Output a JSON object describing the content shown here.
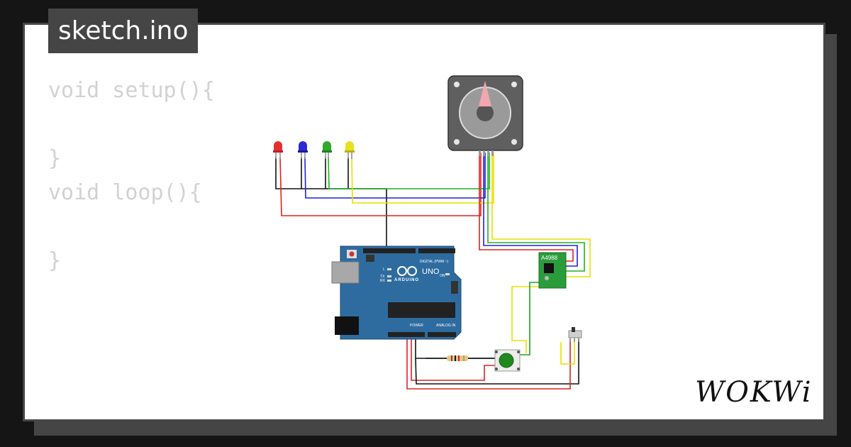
{
  "tab": {
    "filename": "sketch.ino"
  },
  "code": {
    "lines": [
      "void setup(){",
      "",
      "}",
      "void loop(){",
      "",
      "}"
    ]
  },
  "board": {
    "brand": "ARDUINO",
    "model": "UNO",
    "digital_label": "DIGITAL (PWM ~)",
    "power_label": "POWER",
    "analog_label": "ANALOG IN",
    "on_label": "ON",
    "tx_label": "TX",
    "rx_label": "RX",
    "l_label": "L"
  },
  "driver": {
    "label": "A4988"
  },
  "logo": {
    "text": "WOKWi"
  },
  "colors": {
    "background": "#151515",
    "card": "#ffffff",
    "frame": "#454545",
    "code_text": "#d2d2d2",
    "board": "#2e6ca0",
    "driver": "#2a9d3a",
    "led_red": "#e53030",
    "led_blue": "#2b2bd6",
    "led_green": "#2ea82e",
    "led_yellow": "#e8e020",
    "button_cap": "#1e8a1e"
  },
  "icons": [
    "stepper-motor-icon",
    "led-icon",
    "pushbutton-icon",
    "slide-switch-icon",
    "resistor-icon"
  ]
}
